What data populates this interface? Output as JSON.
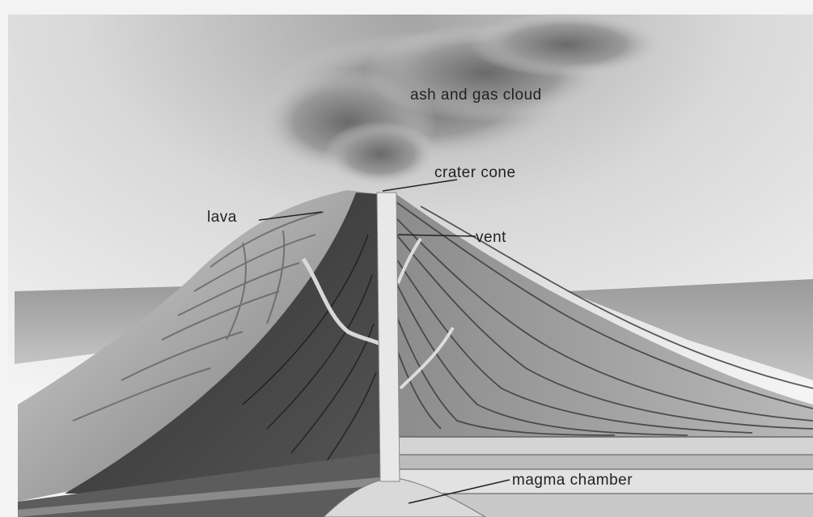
{
  "diagram": {
    "labels": {
      "ash_cloud": "ash and gas cloud",
      "crater_cone": "crater cone",
      "lava": "lava",
      "vent": "vent",
      "magma_chamber": "magma chamber"
    },
    "colors": {
      "paper": "#f2f2f2",
      "sky_dark": "#8a8a8a",
      "rock_dark": "#3a3a3a",
      "rock_mid": "#7a7a7a",
      "rock_light": "#c9c9c9",
      "vent": "#e6e6e6",
      "ink": "#222222"
    }
  }
}
